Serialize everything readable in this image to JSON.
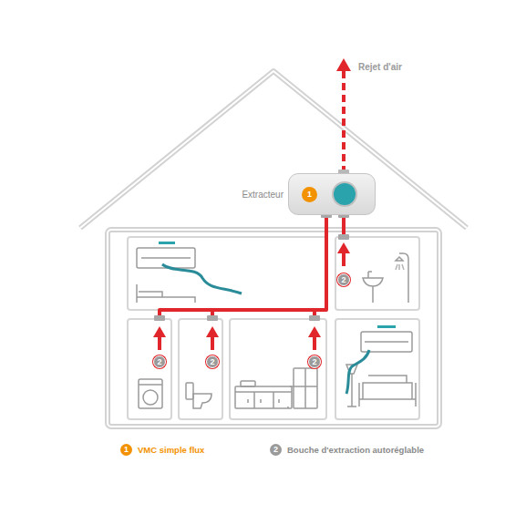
{
  "diagram": {
    "nodes": [
      {
        "text": [
          "Extracteur",
          "1"
        ]
      }
    ],
    "labels": [
      "Rejet d'air",
      "2",
      "2",
      "2",
      "2",
      "1",
      "2"
    ],
    "legend": [
      {
        "text": "VMC simple flux",
        "color": "#f39200"
      },
      {
        "text": "Bouche d'extraction autoréglable",
        "color": "#9a9a9a"
      }
    ]
  }
}
